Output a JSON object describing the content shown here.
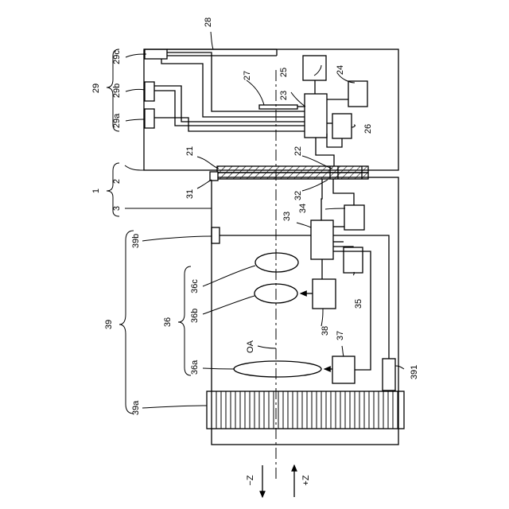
{
  "labels": {
    "camera_system": "1",
    "body": "2",
    "lens_barrel": "3",
    "mount_body": "21",
    "body_contacts": "22",
    "image_sensor": "23",
    "display": "24",
    "memory": "25",
    "memory_b": "26",
    "sensor_plate": "27",
    "flex_cable": "28",
    "switch_group": "29",
    "switch_a": "29a",
    "switch_b": "29b",
    "switch_c": "29c",
    "mount_lens": "31",
    "lens_contacts": "32",
    "lens_controller": "33",
    "lens_memory": "34",
    "lens_memory_b": "35",
    "lens_group": "36",
    "lens_a": "36a",
    "lens_b": "36b",
    "lens_c": "36c",
    "drive_a": "37",
    "drive_b": "38",
    "operation": "39",
    "ring": "39a",
    "switch_lens": "39b",
    "detector": "391",
    "optical_axis": "OA",
    "minus_z": "−Z",
    "plus_z": "+Z"
  }
}
